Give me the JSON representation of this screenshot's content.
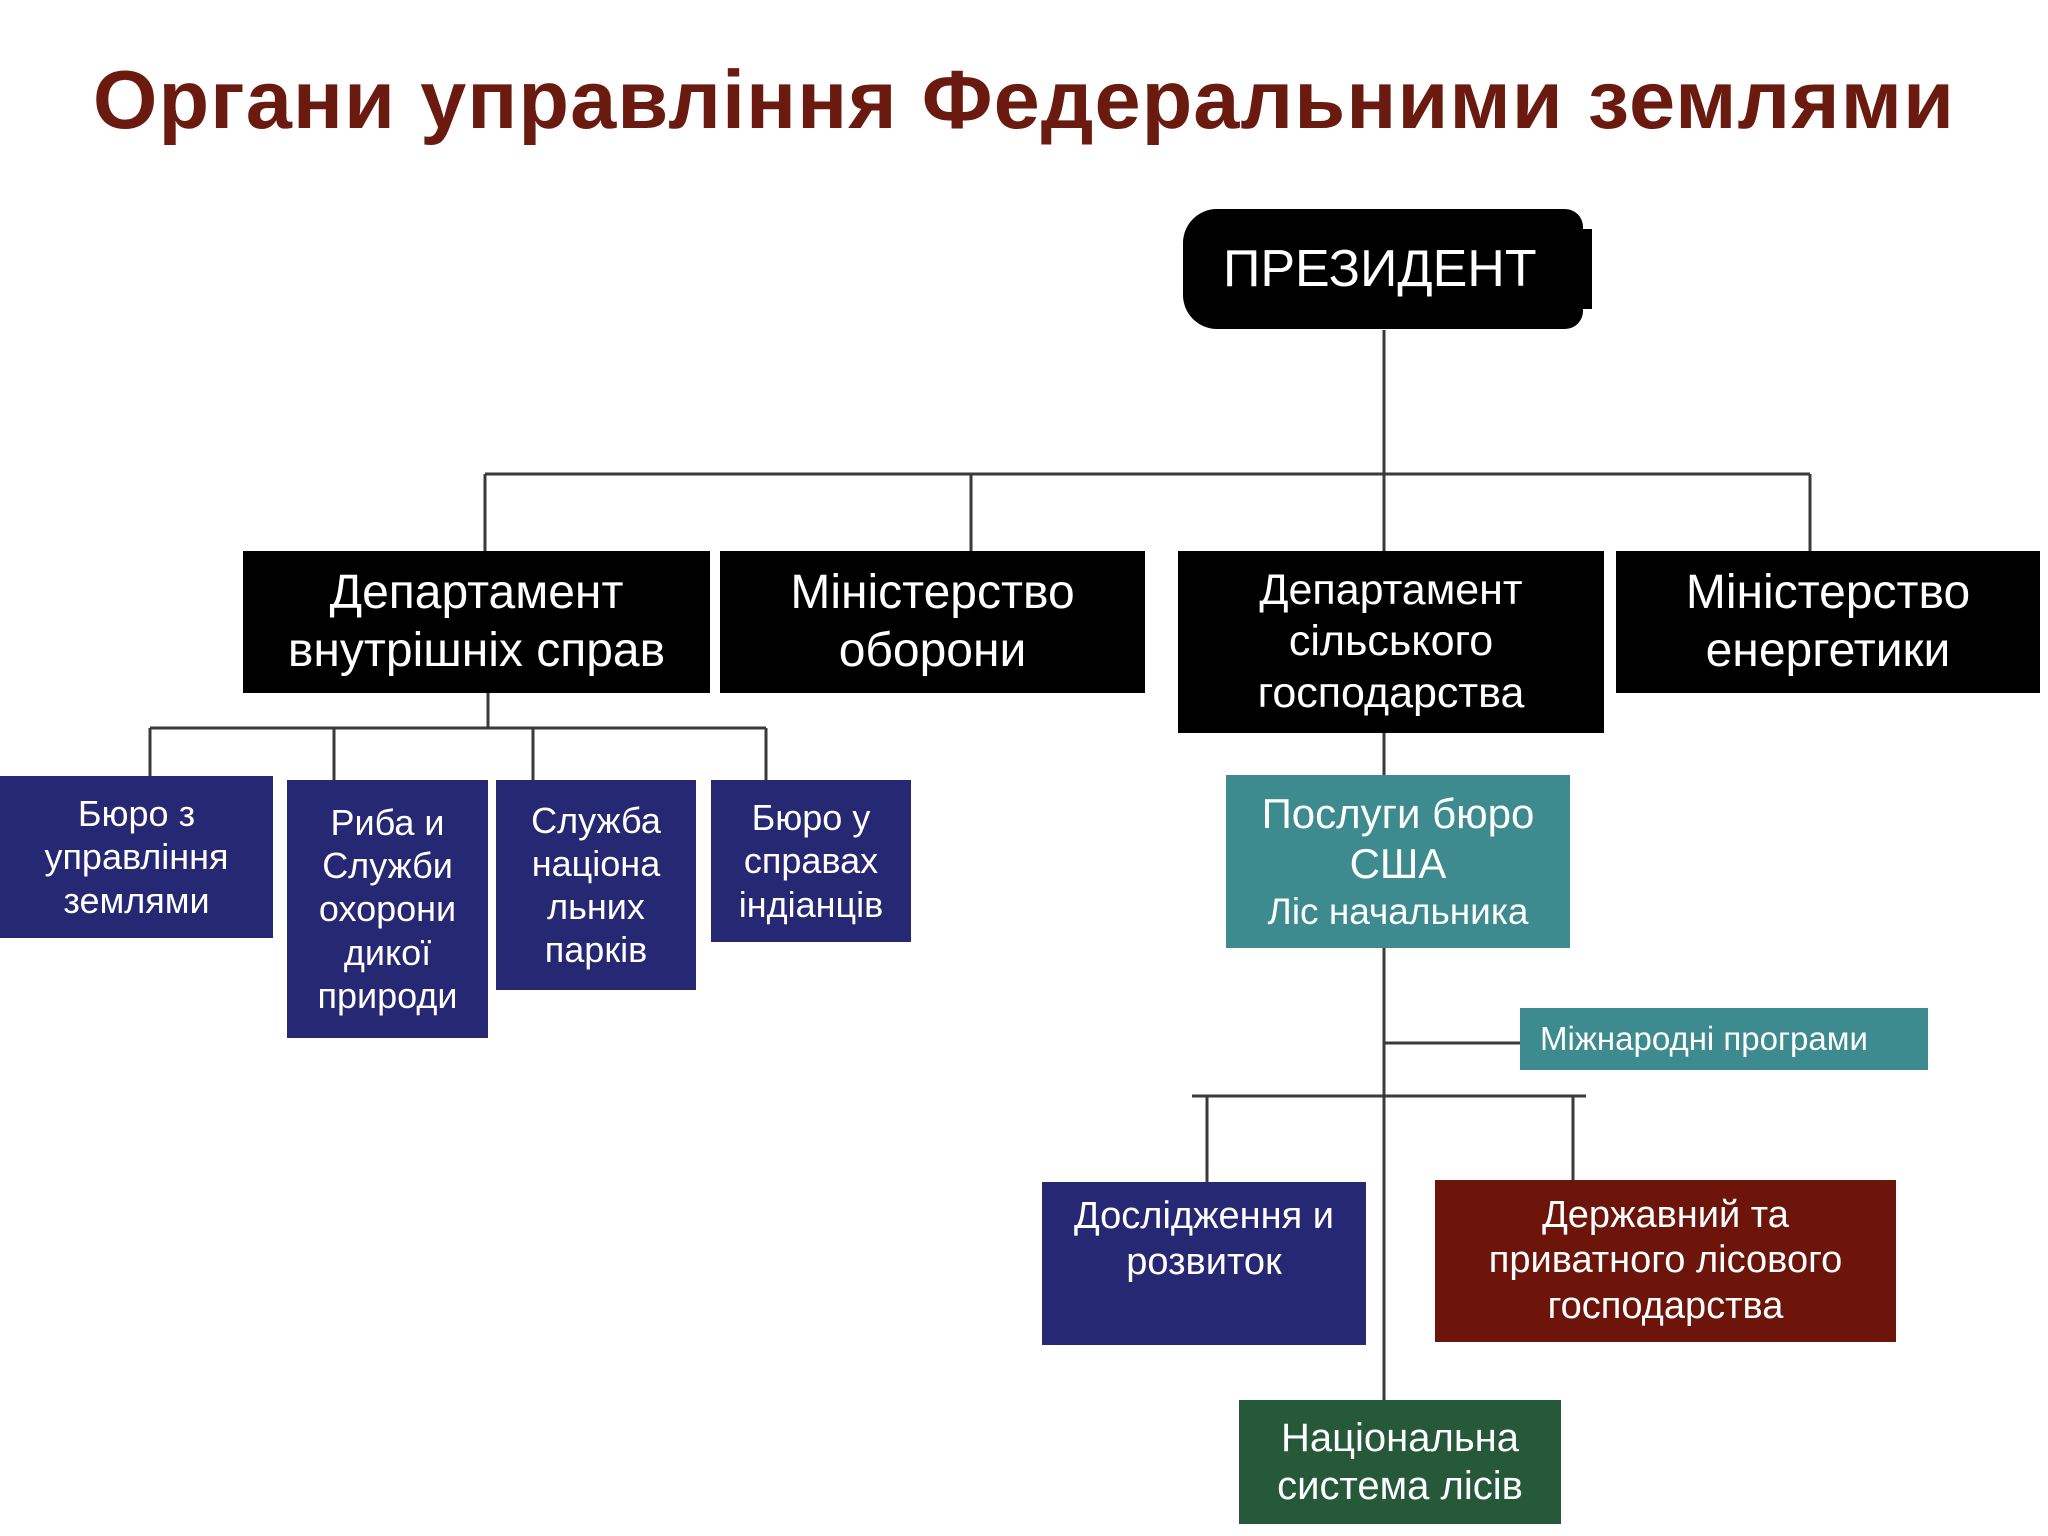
{
  "title": "Органи управління Федеральними землями",
  "colors": {
    "title": "#6b1a10",
    "black_box": "#000000",
    "navy_box": "#262873",
    "teal_box": "#3d8b8f",
    "green_box": "#26583a",
    "maroon_box": "#6e150b",
    "connector": "#3a3a3a"
  },
  "chart": {
    "president": [
      "ПРЕЗИДЕНТ"
    ],
    "departments": {
      "interior": [
        "Департамент",
        "внутрішніх справ"
      ],
      "defense": [
        "Міністерство",
        "оборони"
      ],
      "agriculture": [
        "Департамент",
        "сільського",
        "господарства"
      ],
      "energy": [
        "Міністерство",
        "енергетики"
      ]
    },
    "interior_bureaus": {
      "land_management": [
        "Бюро з",
        "управління",
        "землями"
      ],
      "fish_wildlife": [
        "Риба и",
        "Служби",
        "охорони",
        "дикої",
        "природи"
      ],
      "national_parks": [
        "Служба",
        "націона",
        "льних",
        "парків"
      ],
      "indian_affairs": [
        "Бюро у",
        "справах",
        "індіанців"
      ]
    },
    "forest_service": [
      "Послуги бюро",
      "США",
      "Ліс начальника"
    ],
    "international_programs": [
      "Міжнародні програми"
    ],
    "research": [
      "Дослідження и",
      "розвиток"
    ],
    "state_private": [
      "Державний та",
      "приватного лісового",
      "господарства"
    ],
    "national_forests": [
      "Національна",
      "система лісів"
    ]
  }
}
